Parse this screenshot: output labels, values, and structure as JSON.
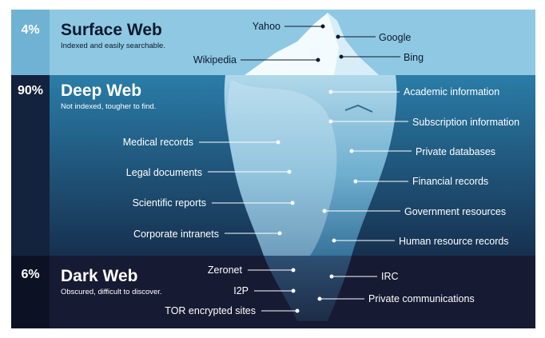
{
  "colors": {
    "sky": "#8fc8e3",
    "sea_top": "#2a7da8",
    "sea_bottom": "#16304f",
    "dark_zone": "#171a33",
    "pct_column": "#0f1a2e",
    "pct_surface_bg": "#76b6d6",
    "ice_light": "#f4fbfe",
    "ice_under": "#bfe3f3",
    "leader": "#ffffff"
  },
  "zones": {
    "surface": {
      "percent": "4%",
      "title": "Surface Web",
      "subtitle": "Indexed and easily searchable."
    },
    "deep": {
      "percent": "90%",
      "title": "Deep Web",
      "subtitle": "Not indexed, tougher to find."
    },
    "dark": {
      "percent": "6%",
      "title": "Dark Web",
      "subtitle": "Obscured, difficult to discover."
    }
  },
  "labels": {
    "surface": {
      "yahoo": "Yahoo",
      "google": "Google",
      "wikipedia": "Wikipedia",
      "bing": "Bing"
    },
    "deep_left": {
      "medical_records": "Medical records",
      "legal_documents": "Legal documents",
      "scientific_reports": "Scientific reports",
      "corporate_intranets": "Corporate intranets"
    },
    "deep_right": {
      "academic_information": "Academic information",
      "subscription_information": "Subscription information",
      "private_databases": "Private databases",
      "financial_records": "Financial records",
      "government_resources": "Government resources",
      "human_resource_records": "Human resource records"
    },
    "dark_left": {
      "zeronet": "Zeronet",
      "i2p": "I2P",
      "tor_sites": "TOR encrypted sites"
    },
    "dark_right": {
      "irc": "IRC",
      "private_communications": "Private communications"
    }
  }
}
